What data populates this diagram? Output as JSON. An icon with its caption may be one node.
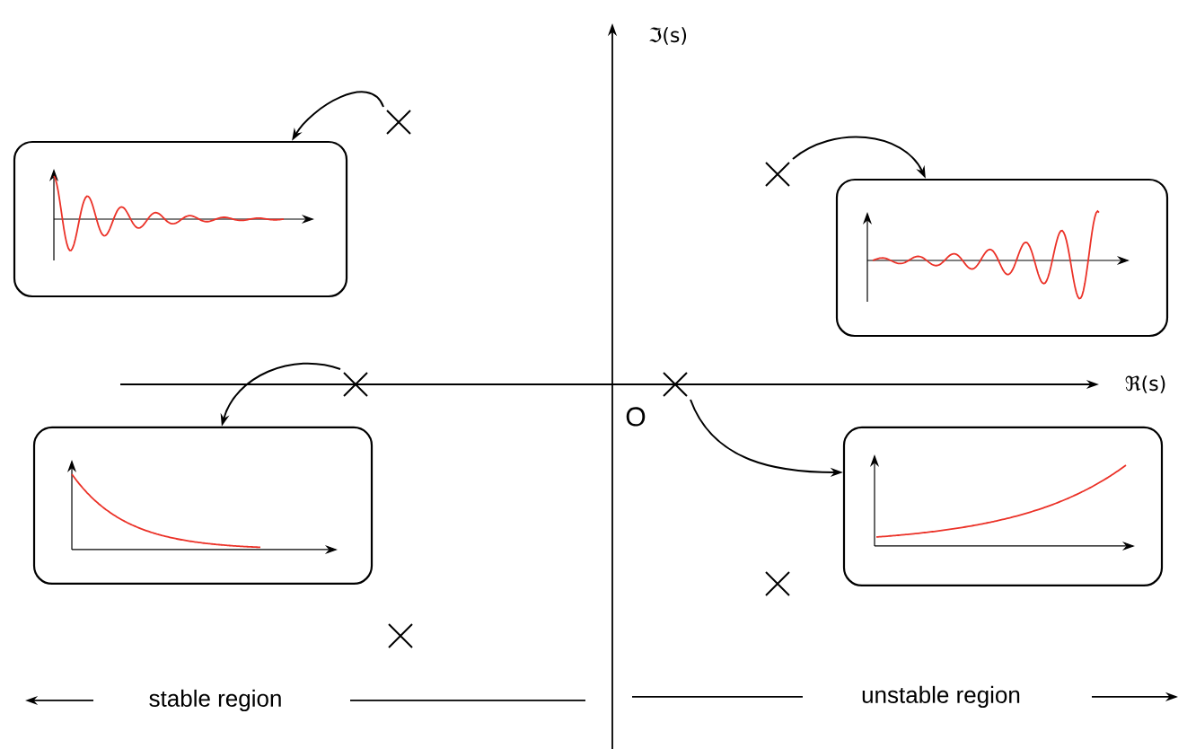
{
  "diagram": {
    "nodes": [
      {
        "text": [],
        "shape": "box"
      },
      {
        "text": [],
        "shape": "cross"
      },
      {
        "text": [],
        "shape": "cross"
      },
      {
        "text": [],
        "shape": "box"
      },
      {
        "text": [],
        "shape": "box"
      },
      {
        "text": [],
        "shape": "cross"
      },
      {
        "text": [],
        "shape": "cross"
      },
      {
        "text": [],
        "shape": "box"
      },
      {
        "text": [],
        "shape": "cross"
      },
      {
        "text": [],
        "shape": "cross"
      }
    ],
    "edges": [
      {
        "from": 1,
        "to": 0,
        "arrow": "to"
      },
      {
        "from": 2,
        "to": 3,
        "arrow": "to"
      },
      {
        "from": 5,
        "to": 4,
        "arrow": "to"
      },
      {
        "from": 6,
        "to": 7,
        "arrow": "to"
      }
    ],
    "labels": [
      "ℑ(s)",
      "ℜ(s)",
      "O",
      "stable region",
      "unstable region"
    ]
  }
}
